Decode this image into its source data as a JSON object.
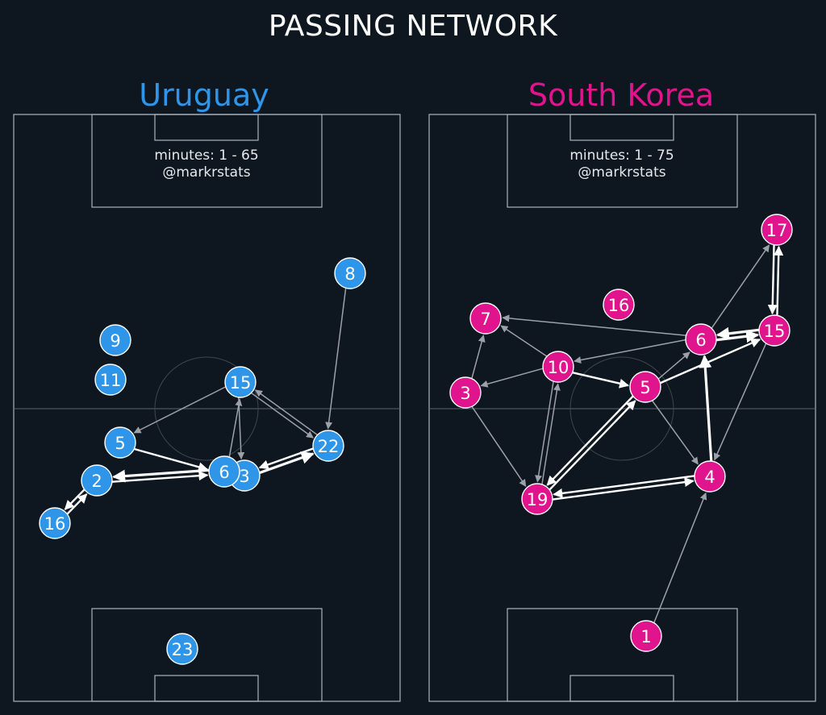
{
  "title": "PASSING NETWORK",
  "colors": {
    "background": "#0e1720",
    "uruguay": "#2e95e8",
    "south_korea": "#e0148c",
    "pass_strong": "#ffffff",
    "pass_weak": "#9aa1a8"
  },
  "teams": [
    {
      "name": "Uruguay",
      "color": "#2e95e8",
      "minutes": "minutes: 1 - 65",
      "credit": "@markrstats",
      "players": [
        {
          "number": "8"
        },
        {
          "number": "9"
        },
        {
          "number": "11"
        },
        {
          "number": "15"
        },
        {
          "number": "5"
        },
        {
          "number": "22"
        },
        {
          "number": "2"
        },
        {
          "number": "3"
        },
        {
          "number": "6"
        },
        {
          "number": "16"
        },
        {
          "number": "23"
        }
      ],
      "passes": [
        {
          "from": "8",
          "to": "22",
          "strength": 1
        },
        {
          "from": "15",
          "to": "5",
          "strength": 1
        },
        {
          "from": "15",
          "to": "3",
          "strength": 1
        },
        {
          "from": "6",
          "to": "15",
          "strength": 1
        },
        {
          "from": "15",
          "to": "22",
          "strength": 1
        },
        {
          "from": "22",
          "to": "15",
          "strength": 1
        },
        {
          "from": "5",
          "to": "6",
          "strength": 2
        },
        {
          "from": "6",
          "to": "2",
          "strength": 3
        },
        {
          "from": "2",
          "to": "6",
          "strength": 2
        },
        {
          "from": "3",
          "to": "22",
          "strength": 3
        },
        {
          "from": "22",
          "to": "3",
          "strength": 2
        },
        {
          "from": "2",
          "to": "16",
          "strength": 2
        },
        {
          "from": "16",
          "to": "2",
          "strength": 2
        }
      ]
    },
    {
      "name": "South Korea",
      "color": "#e0148c",
      "minutes": "minutes: 1 - 75",
      "credit": "@markrstats",
      "players": [
        {
          "number": "17"
        },
        {
          "number": "16"
        },
        {
          "number": "7"
        },
        {
          "number": "6"
        },
        {
          "number": "15"
        },
        {
          "number": "10"
        },
        {
          "number": "3"
        },
        {
          "number": "5"
        },
        {
          "number": "4"
        },
        {
          "number": "19"
        },
        {
          "number": "1"
        }
      ],
      "passes": [
        {
          "from": "6",
          "to": "7",
          "strength": 1
        },
        {
          "from": "10",
          "to": "7",
          "strength": 1
        },
        {
          "from": "3",
          "to": "7",
          "strength": 1
        },
        {
          "from": "6",
          "to": "10",
          "strength": 1
        },
        {
          "from": "10",
          "to": "3",
          "strength": 1
        },
        {
          "from": "10",
          "to": "5",
          "strength": 2
        },
        {
          "from": "5",
          "to": "6",
          "strength": 1
        },
        {
          "from": "5",
          "to": "15",
          "strength": 2
        },
        {
          "from": "6",
          "to": "15",
          "strength": 3
        },
        {
          "from": "15",
          "to": "6",
          "strength": 3
        },
        {
          "from": "6",
          "to": "17",
          "strength": 1
        },
        {
          "from": "17",
          "to": "15",
          "strength": 2
        },
        {
          "from": "15",
          "to": "17",
          "strength": 2
        },
        {
          "from": "4",
          "to": "6",
          "strength": 3
        },
        {
          "from": "15",
          "to": "4",
          "strength": 1
        },
        {
          "from": "5",
          "to": "4",
          "strength": 1
        },
        {
          "from": "19",
          "to": "5",
          "strength": 2
        },
        {
          "from": "5",
          "to": "19",
          "strength": 2
        },
        {
          "from": "19",
          "to": "4",
          "strength": 2
        },
        {
          "from": "4",
          "to": "19",
          "strength": 2
        },
        {
          "from": "19",
          "to": "10",
          "strength": 1
        },
        {
          "from": "10",
          "to": "19",
          "strength": 1
        },
        {
          "from": "3",
          "to": "19",
          "strength": 1
        },
        {
          "from": "1",
          "to": "4",
          "strength": 1
        }
      ]
    }
  ]
}
